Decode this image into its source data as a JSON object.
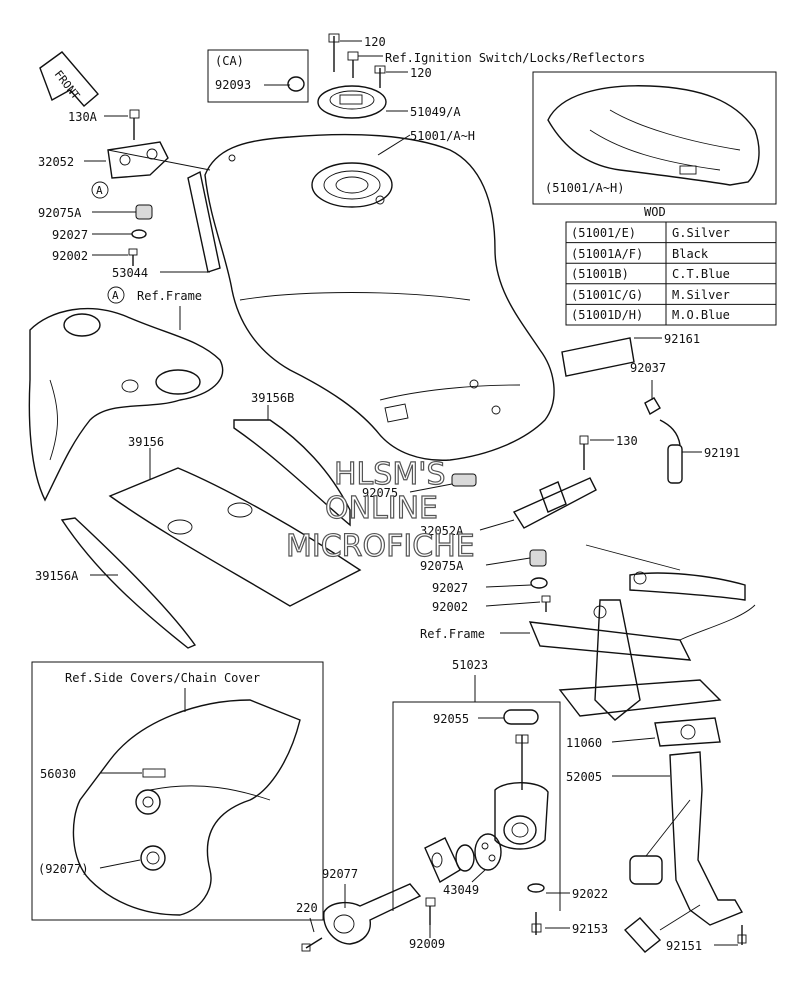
{
  "front_badge": "FRONT",
  "ca_box": {
    "title": "(CA)",
    "part": "92093"
  },
  "ref_labels": {
    "ignition": "Ref.Ignition Switch/Locks/Reflectors",
    "frame_top": "Ref.Frame",
    "frame_bottom": "Ref.Frame",
    "side_covers": "Ref.Side Covers/Chain Cover"
  },
  "callout_marker": "A",
  "inset_tank_label": "(51001/A~H)",
  "wod": {
    "title": "WOD",
    "rows": [
      {
        "code": "(51001/E)",
        "color": "G.Silver"
      },
      {
        "code": "(51001A/F)",
        "color": "Black"
      },
      {
        "code": "(51001B)",
        "color": "C.T.Blue"
      },
      {
        "code": "(51001C/G)",
        "color": "M.Silver"
      },
      {
        "code": "(51001D/H)",
        "color": "M.O.Blue"
      }
    ]
  },
  "parts": {
    "p120a": "120",
    "p120b": "120",
    "p51049": "51049/A",
    "p51001": "51001/A~H",
    "p130a": "130A",
    "p32052": "32052",
    "p92075a_l": "92075A",
    "p92027_l": "92027",
    "p92002_l": "92002",
    "p53044": "53044",
    "p92161": "92161",
    "p92037": "92037",
    "p130": "130",
    "p92191": "92191",
    "p39156b": "39156B",
    "p39156": "39156",
    "p92075": "92075",
    "p32052a": "32052A",
    "p92075a_r": "92075A",
    "p92027_r": "92027",
    "p92002_r": "92002",
    "p39156a": "39156A",
    "p51023": "51023",
    "p92055": "92055",
    "p11060": "11060",
    "p52005": "52005",
    "p56030": "56030",
    "p92077_paren": "(92077)",
    "p92077": "92077",
    "p43049": "43049",
    "p92022": "92022",
    "p220": "220",
    "p92009": "92009",
    "p92153": "92153",
    "p92151": "92151"
  },
  "watermark": [
    "HLSM'S",
    "ONLINE",
    "MICROFICHE"
  ]
}
